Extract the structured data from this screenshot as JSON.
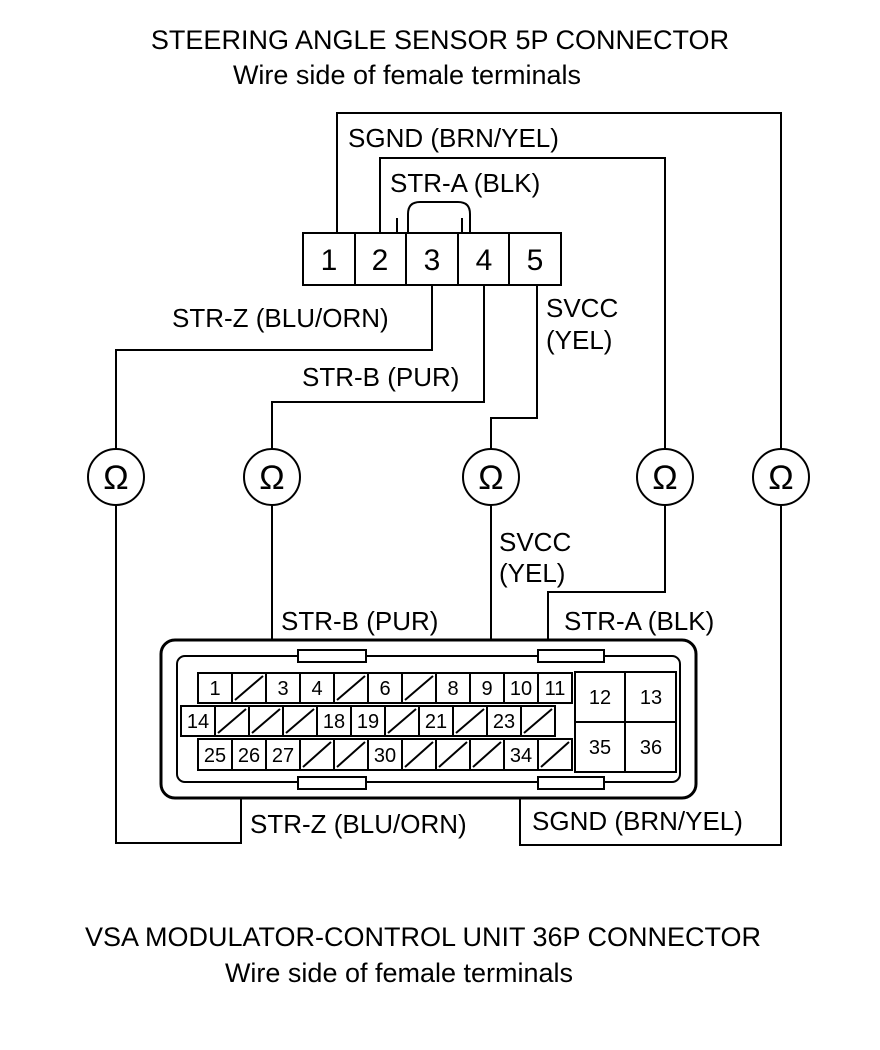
{
  "top_connector": {
    "title": "STEERING ANGLE SENSOR 5P CONNECTOR",
    "subtitle": "Wire side of female terminals",
    "pins": [
      "1",
      "2",
      "3",
      "4",
      "5"
    ]
  },
  "bottom_connector": {
    "title": "VSA MODULATOR-CONTROL UNIT 36P CONNECTOR",
    "subtitle": "Wire side of female terminals",
    "row1": [
      "1",
      "",
      "3",
      "4",
      "",
      "6",
      "",
      "8",
      "9",
      "10",
      "11"
    ],
    "row2": [
      "14",
      "",
      "",
      "",
      "18",
      "19",
      "",
      "21",
      "",
      "23",
      ""
    ],
    "row3": [
      "25",
      "26",
      "27",
      "",
      "",
      "30",
      "",
      "",
      "",
      "34",
      ""
    ],
    "right_block": [
      "12",
      "13",
      "35",
      "36"
    ]
  },
  "labels": {
    "sgnd_top": "SGND (BRN/YEL)",
    "str_a_top": "STR-A (BLK)",
    "str_z_top": "STR-Z (BLU/ORN)",
    "svcc_top_1": "SVCC",
    "svcc_top_2": "(YEL)",
    "str_b_top": "STR-B (PUR)",
    "svcc_mid_1": "SVCC",
    "svcc_mid_2": "(YEL)",
    "str_b_bottom": "STR-B (PUR)",
    "str_a_bottom": "STR-A (BLK)",
    "str_z_bottom": "STR-Z (BLU/ORN)",
    "sgnd_bottom": "SGND (BRN/YEL)"
  },
  "meters": [
    "Ω",
    "Ω",
    "Ω",
    "Ω",
    "Ω"
  ],
  "icons": {
    "meter": "ohmmeter-icon"
  }
}
